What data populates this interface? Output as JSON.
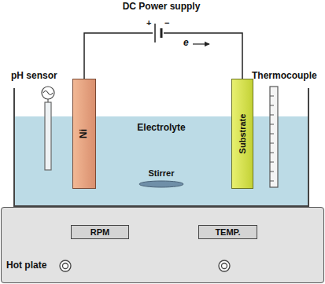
{
  "diagram": {
    "nodes": [
      {
        "text": [
          "Ni"
        ]
      },
      {
        "text": [
          "Substrate"
        ]
      },
      {
        "text": [
          "Hot plate"
        ]
      },
      {
        "text": [
          "RPM"
        ],
        "in": 2
      },
      {
        "text": [
          "TEMP."
        ],
        "in": 2
      }
    ],
    "edges": [
      {
        "from": 0,
        "to": 1,
        "arrow": "none"
      }
    ],
    "labels": [
      "DC Power supply",
      "+",
      "−",
      "e",
      "pH sensor",
      "Thermocouple",
      "Electrolyte",
      "Stirrer"
    ]
  }
}
